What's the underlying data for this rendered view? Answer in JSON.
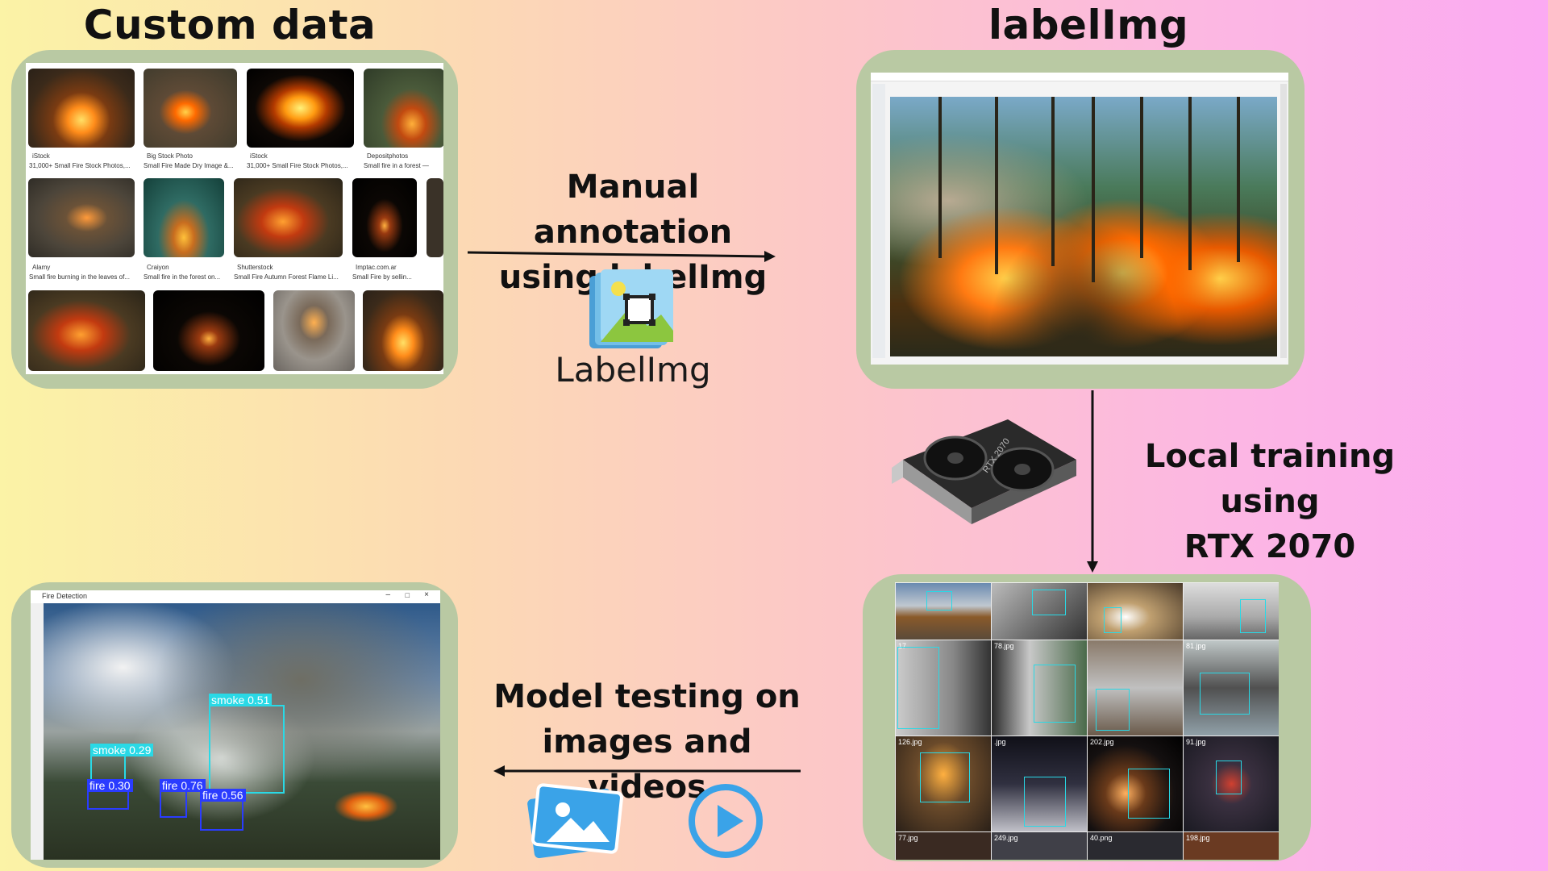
{
  "titles": {
    "custom_data": "Custom data",
    "labelimg": "labelImg"
  },
  "captions": {
    "annotation_line1": "Manual annotation",
    "annotation_line2": "using labelImg",
    "training_line1": "Local training using",
    "training_line2": "RTX 2070",
    "testing_line1": "Model testing on",
    "testing_line2": "images and videos"
  },
  "logo": {
    "labelimg_text": "LabelImg"
  },
  "gpu": {
    "label": "RTX 2070"
  },
  "stock_grid": {
    "captions": [
      "31,000+ Small Fire Stock Photos,...",
      "Small Fire Made Dry Image &...",
      "31,000+ Small Fire Stock Photos,...",
      "Small fire in a forest —",
      "Small fire burning in the leaves of...",
      "Small fire in the forest on...",
      "Small Fire Autumn Forest Flame Li...",
      "Small Fire by sellin..."
    ],
    "sources": [
      "iStock",
      "Big Stock Photo",
      "iStock",
      "Depositphotos",
      "Alamy",
      "Craiyon",
      "Shutterstock",
      "Imptac.com.ar"
    ]
  },
  "mosaic": {
    "labels": [
      "17",
      "78.jpg",
      "81.jpg",
      "126.jpg",
      ".jpg",
      "202.jpg",
      "91.jpg",
      "77.jpg",
      "249.jpg",
      "40.png",
      "198.jpg"
    ]
  },
  "detections": {
    "window_title": "Fire Detection",
    "boxes": [
      "smoke 0.51",
      "smoke 0.29",
      "fire 0.30",
      "fire 0.76",
      "fire 0.56"
    ]
  },
  "colors": {
    "panel": "#b9c9a3",
    "bbox_cyan": "#29d9e6",
    "bbox_blue": "#2a3cff",
    "icon_blue": "#3aa3e8"
  }
}
